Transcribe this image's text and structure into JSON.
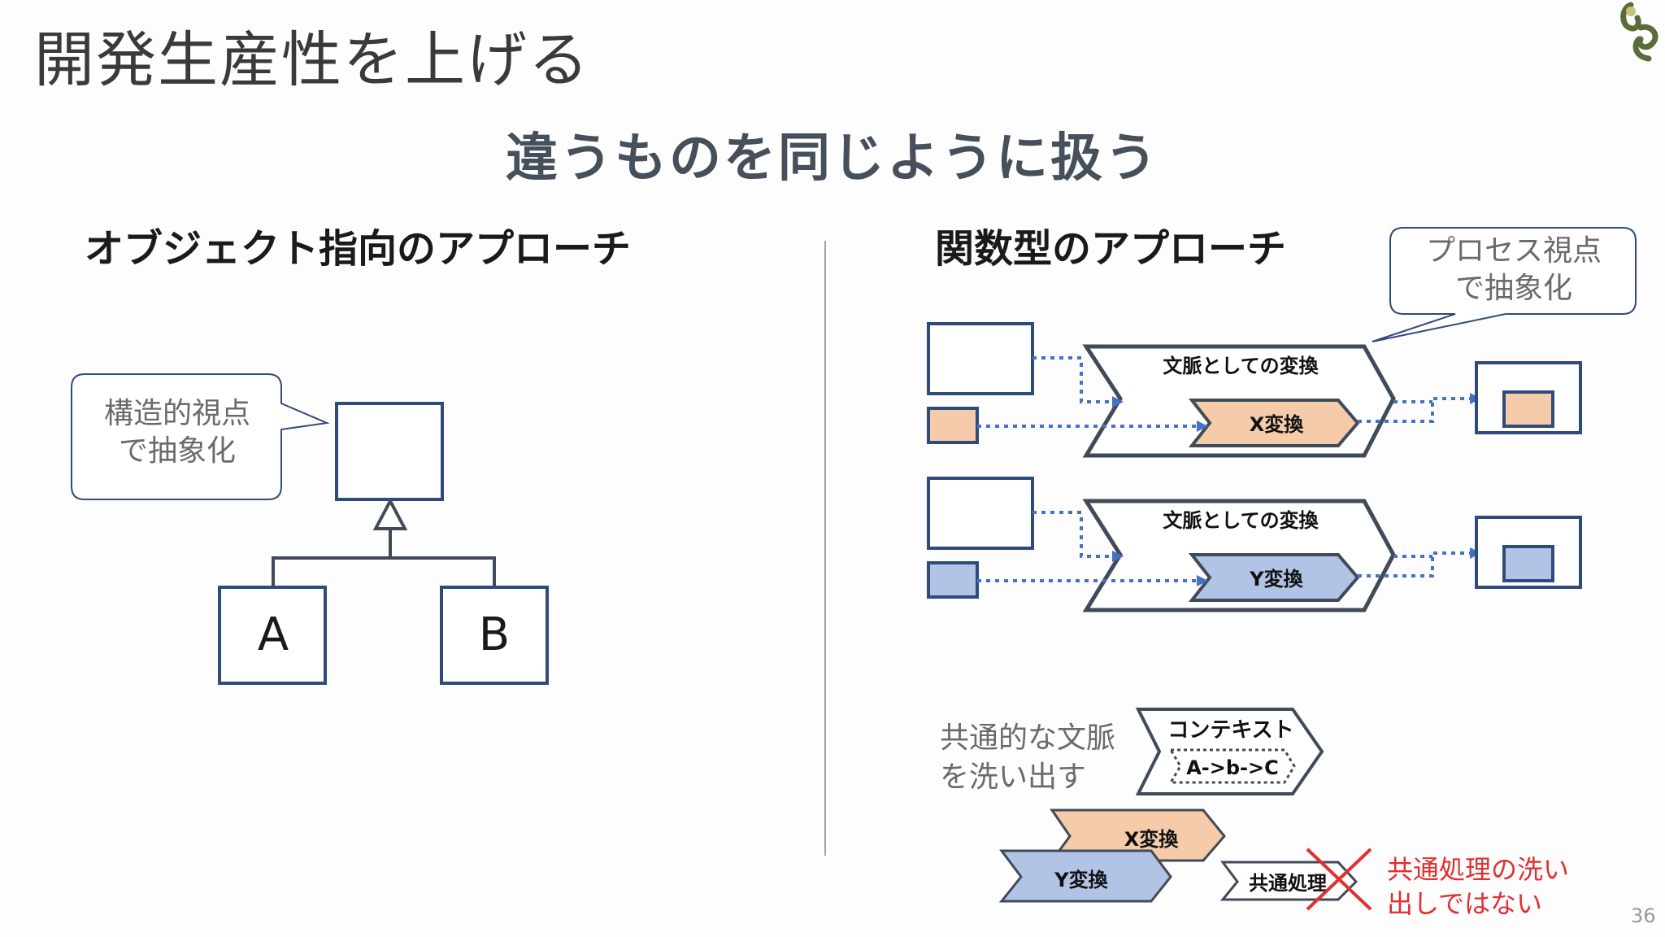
{
  "slide": {
    "title": "開発生産性を上げる",
    "subtitle": "違うものを同じように扱う",
    "page_number": "36"
  },
  "left": {
    "heading": "オブジェクト指向のアプローチ",
    "callout_line1": "構造的視点",
    "callout_line2": "で抽象化",
    "class_a": "A",
    "class_b": "B"
  },
  "right": {
    "heading": "関数型のアプローチ",
    "callout_line1": "プロセス視点",
    "callout_line2": "で抽象化",
    "context_label": "文脈としての変換",
    "x_transform": "X変換",
    "y_transform": "Y変換",
    "common_line1": "共通的な文脈",
    "common_line2": "を洗い出す",
    "context_title": "コンテキスト",
    "context_flow": "A->b->C",
    "common_process": "共通処理",
    "not_line1": "共通処理の洗い",
    "not_line2": "出しではない"
  },
  "colors": {
    "stroke": "#2f4b7c",
    "outline": "#404a58",
    "orange": "#f5cbaa",
    "blue": "#b2c4e6",
    "dotted": "#4472c4",
    "red": "#e03030"
  }
}
